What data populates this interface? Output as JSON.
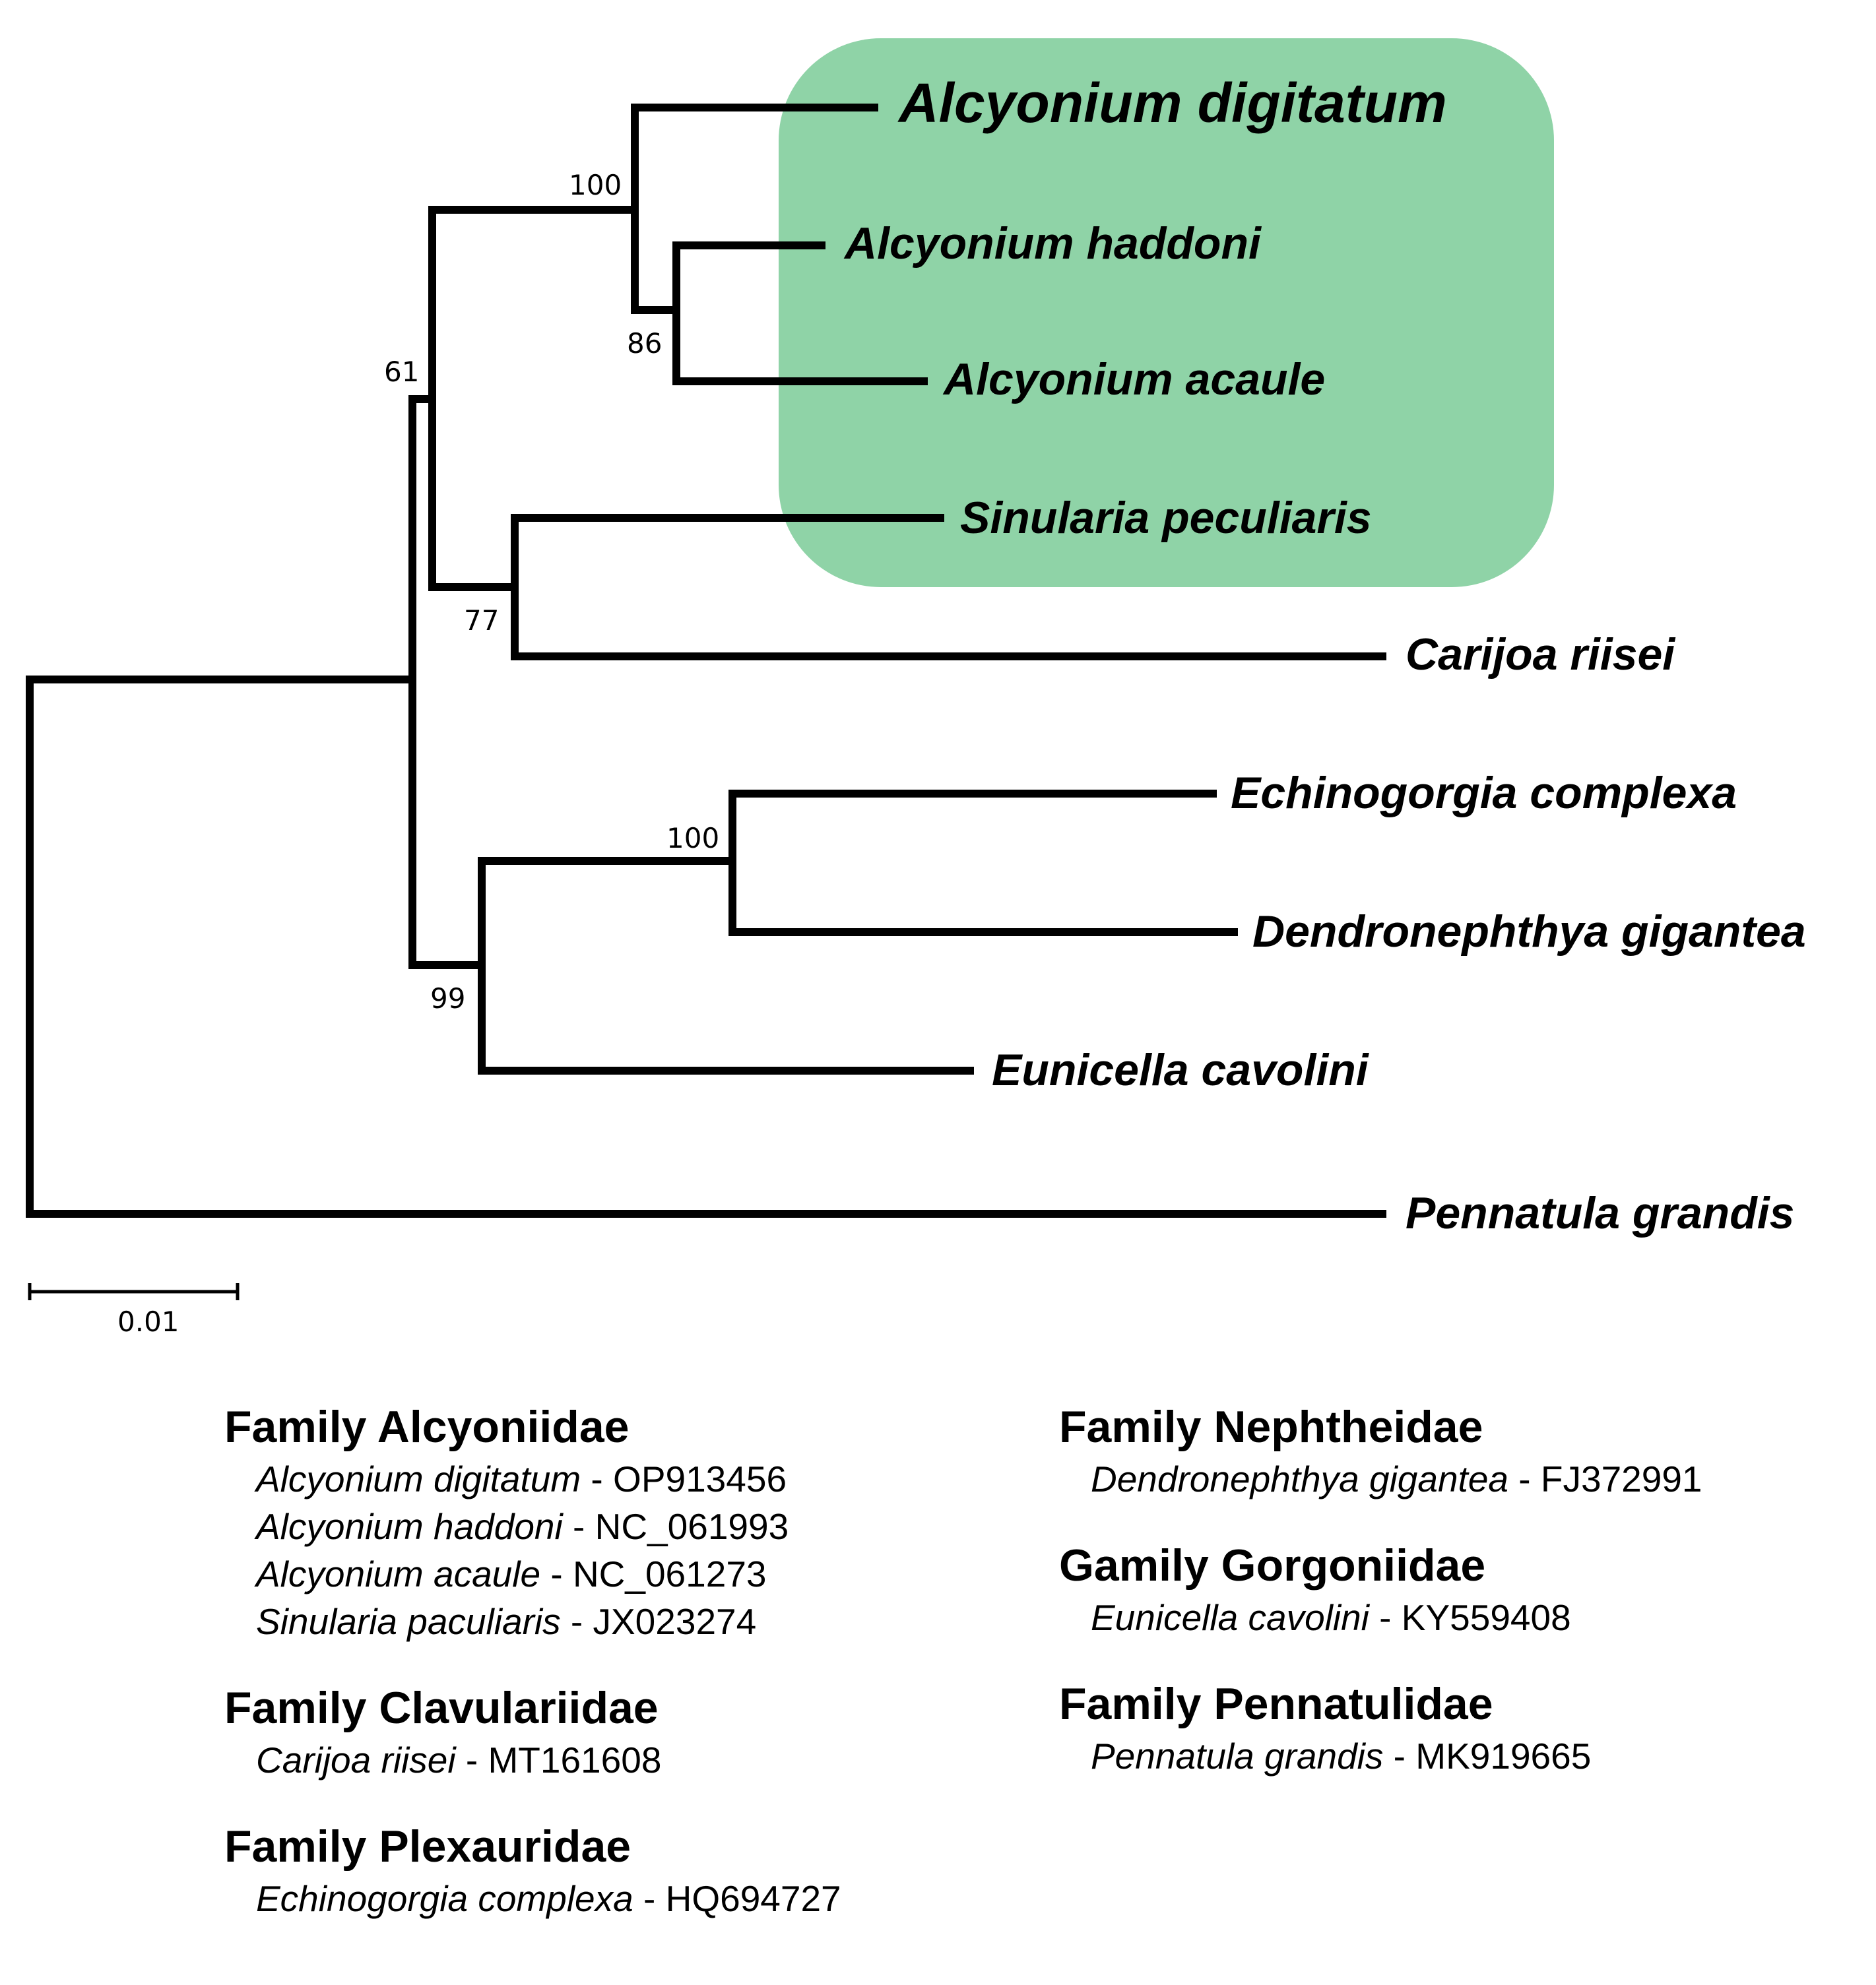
{
  "highlight_color": "#8fd3a7",
  "tree": {
    "taxa": {
      "alcyonium_digitatum": "Alcyonium digitatum",
      "alcyonium_haddoni": "Alcyonium haddoni",
      "alcyonium_acaule": "Alcyonium acaule",
      "sinularia_peculiaris": "Sinularia peculiaris",
      "carijoa_riisei": "Carijoa riisei",
      "echinogorgia_complexa": "Echinogorgia complexa",
      "dendronephthya_gigantea": "Dendronephthya gigantea",
      "eunicella_cavolini": "Eunicella cavolini",
      "pennatula_grandis": "Pennatula grandis"
    },
    "bootstrap": {
      "alcyonium_clade": "100",
      "haddoni_acaule": "86",
      "alcyoniidae_carijoa": "61",
      "sinularia_carijoa": "77",
      "echinogorgia_dendronephthya": "100",
      "gorgonian_clade": "99"
    },
    "scale_bar": "0.01"
  },
  "legend": {
    "left": [
      {
        "family": "Family Alcyoniidae",
        "entries": [
          {
            "species": "Alcyonium digitatum",
            "accession": " - OP913456"
          },
          {
            "species": "Alcyonium haddoni",
            "accession": " - NC_061993"
          },
          {
            "species": "Alcyonium acaule",
            "accession": " - NC_061273"
          },
          {
            "species": "Sinularia paculiaris",
            "accession": " - JX023274"
          }
        ]
      },
      {
        "family": "Family Clavulariidae",
        "entries": [
          {
            "species": "Carijoa riisei",
            "accession": " - MT161608"
          }
        ]
      },
      {
        "family": "Family Plexauridae",
        "entries": [
          {
            "species": "Echinogorgia complexa",
            "accession": " - HQ694727"
          }
        ]
      }
    ],
    "right": [
      {
        "family": "Family Nephtheidae",
        "entries": [
          {
            "species": "Dendronephthya gigantea",
            "accession": " - FJ372991"
          }
        ]
      },
      {
        "family": "Gamily Gorgoniidae",
        "entries": [
          {
            "species": "Eunicella cavolini",
            "accession": " - KY559408"
          }
        ]
      },
      {
        "family": "Family Pennatulidae",
        "entries": [
          {
            "species": "Pennatula grandis",
            "accession": " - MK919665"
          }
        ]
      }
    ]
  }
}
